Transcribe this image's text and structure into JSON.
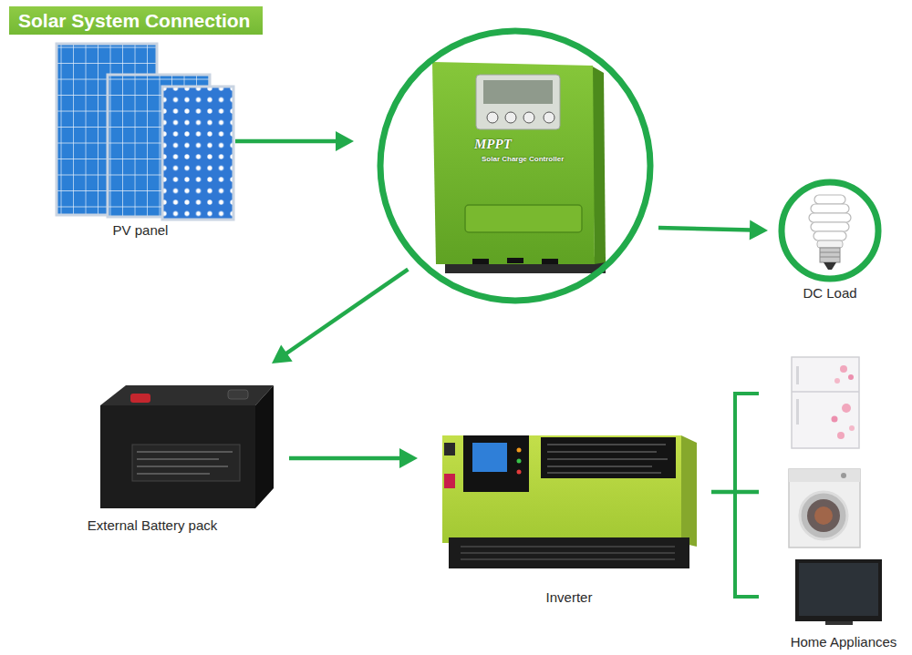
{
  "diagram": {
    "title": "Solar System Connection",
    "nodes": [
      {
        "text": [
          "PV panel"
        ]
      },
      {
        "text": [
          "MPPT",
          "Solar Charge Controller"
        ]
      },
      {
        "text": [
          "DC Load"
        ]
      },
      {
        "text": [
          "External Battery pack"
        ]
      },
      {
        "text": [
          "Inverter"
        ]
      },
      {
        "text": [
          "Home Appliances"
        ]
      }
    ],
    "edges": [
      {
        "from": 0,
        "to": 1,
        "arrow": "to"
      },
      {
        "from": 1,
        "to": 2,
        "arrow": "to"
      },
      {
        "from": 1,
        "to": 3,
        "arrow": "to"
      },
      {
        "from": 3,
        "to": 4,
        "arrow": "to"
      },
      {
        "from": 4,
        "to": 5,
        "arrow": "none"
      }
    ]
  }
}
